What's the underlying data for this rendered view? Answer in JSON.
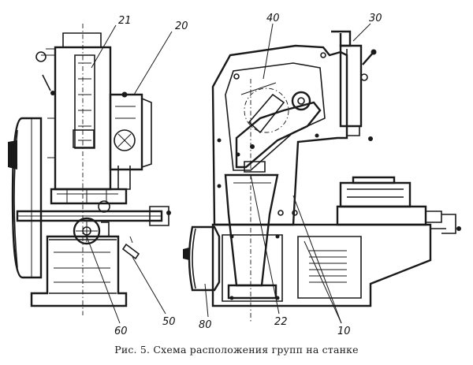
{
  "figure": {
    "caption": "Рис. 5. Схема расположения групп на станке",
    "callouts": [
      {
        "id": "c21",
        "text": "21"
      },
      {
        "id": "c20",
        "text": "20"
      },
      {
        "id": "c40",
        "text": "40"
      },
      {
        "id": "c30",
        "text": "30"
      },
      {
        "id": "c60",
        "text": "60"
      },
      {
        "id": "c50",
        "text": "50"
      },
      {
        "id": "c80",
        "text": "80"
      },
      {
        "id": "c22",
        "text": "22"
      },
      {
        "id": "c10",
        "text": "10"
      }
    ]
  }
}
